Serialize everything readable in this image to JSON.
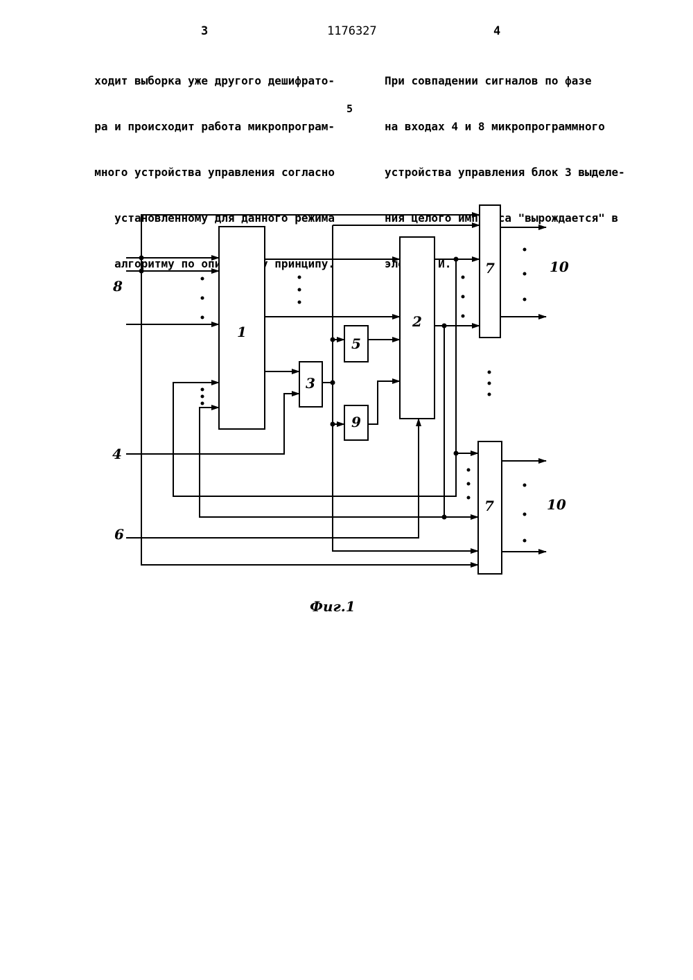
{
  "header": {
    "page_left": "3",
    "patent_number": "1176327",
    "page_right": "4"
  },
  "left_column": [
    "ходит выборка уже другого дешифрато-",
    "ра и происходит работа микропрограм-",
    "много устройства управления согласно",
    "установленному для данного режима",
    "алгоритму по описанному принципу."
  ],
  "line_number": "5",
  "right_column": [
    "При совпадении сигналов по фазе",
    "на входах 4 и 8 микропрограммного",
    "устройства управления блок 3 выделе-",
    "ния целого импульса \"вырождается\" в",
    "элемент И."
  ],
  "figure": {
    "caption": "Фиг.1",
    "labels": {
      "block1": "1",
      "block2": "2",
      "block3": "3",
      "block5": "5",
      "block9": "9",
      "block7_top": "7",
      "block7_bottom": "7",
      "input8": "8",
      "input4": "4",
      "input6": "6",
      "output10_top": "10",
      "output10_bottom": "10"
    }
  }
}
